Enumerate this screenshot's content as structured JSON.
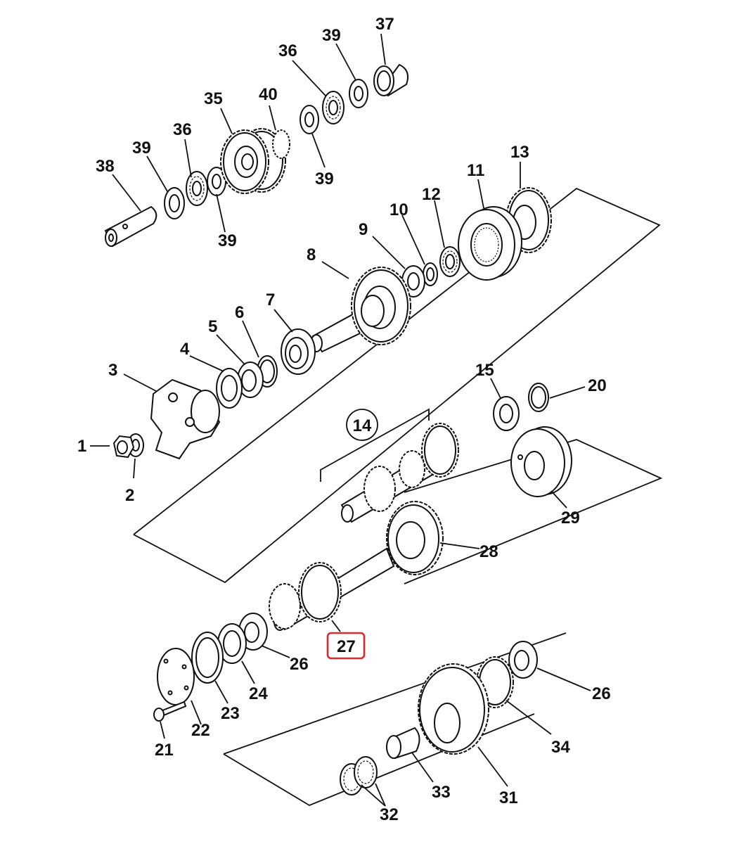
{
  "highlight": {
    "part": "27",
    "color": "#e0282f"
  },
  "group_label": "14",
  "callouts": [
    {
      "id": "c37",
      "label": "37"
    },
    {
      "id": "c39a",
      "label": "39"
    },
    {
      "id": "c36a",
      "label": "36"
    },
    {
      "id": "c40",
      "label": "40"
    },
    {
      "id": "c35",
      "label": "35"
    },
    {
      "id": "c36b",
      "label": "36"
    },
    {
      "id": "c39b",
      "label": "39"
    },
    {
      "id": "c38",
      "label": "38"
    },
    {
      "id": "c39c",
      "label": "39"
    },
    {
      "id": "c39d",
      "label": "39"
    },
    {
      "id": "c13",
      "label": "13"
    },
    {
      "id": "c11",
      "label": "11"
    },
    {
      "id": "c12",
      "label": "12"
    },
    {
      "id": "c10",
      "label": "10"
    },
    {
      "id": "c9",
      "label": "9"
    },
    {
      "id": "c8",
      "label": "8"
    },
    {
      "id": "c7",
      "label": "7"
    },
    {
      "id": "c6",
      "label": "6"
    },
    {
      "id": "c5",
      "label": "5"
    },
    {
      "id": "c4",
      "label": "4"
    },
    {
      "id": "c3",
      "label": "3"
    },
    {
      "id": "c1",
      "label": "1"
    },
    {
      "id": "c2",
      "label": "2"
    },
    {
      "id": "c15",
      "label": "15"
    },
    {
      "id": "c20",
      "label": "20"
    },
    {
      "id": "c29",
      "label": "29"
    },
    {
      "id": "c28",
      "label": "28"
    },
    {
      "id": "c26a",
      "label": "26"
    },
    {
      "id": "c27",
      "label": "27"
    },
    {
      "id": "c24",
      "label": "24"
    },
    {
      "id": "c23",
      "label": "23"
    },
    {
      "id": "c22",
      "label": "22"
    },
    {
      "id": "c21",
      "label": "21"
    },
    {
      "id": "c26b",
      "label": "26"
    },
    {
      "id": "c34",
      "label": "34"
    },
    {
      "id": "c31",
      "label": "31"
    },
    {
      "id": "c33",
      "label": "33"
    },
    {
      "id": "c32",
      "label": "32"
    }
  ]
}
